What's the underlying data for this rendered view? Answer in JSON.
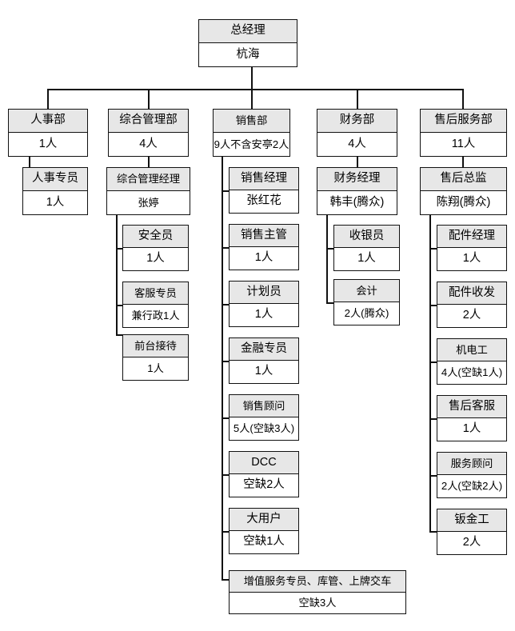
{
  "chart": {
    "type": "org-chart",
    "root": {
      "title": "总经理",
      "body": "杭海"
    },
    "departments": [
      {
        "title": "人事部",
        "body": "1人"
      },
      {
        "title": "综合管理部",
        "body": "4人"
      },
      {
        "title": "销售部",
        "body": "9人不含安亭2人"
      },
      {
        "title": "财务部",
        "body": "4人"
      },
      {
        "title": "售后服务部",
        "body": "11人"
      }
    ],
    "hr": {
      "children": [
        {
          "title": "人事专员",
          "body": "1人"
        }
      ]
    },
    "admin": {
      "manager": {
        "title": "综合管理经理",
        "body": "张婷"
      },
      "children": [
        {
          "title": "安全员",
          "body": "1人"
        },
        {
          "title": "客服专员",
          "body": "兼行政1人"
        },
        {
          "title": "前台接待",
          "body": "1人"
        }
      ]
    },
    "sales": {
      "children": [
        {
          "title": "销售经理",
          "body": "张红花"
        },
        {
          "title": "销售主管",
          "body": "1人"
        },
        {
          "title": "计划员",
          "body": "1人"
        },
        {
          "title": "金融专员",
          "body": "1人"
        },
        {
          "title": "销售顾问",
          "body": "5人(空缺3人)"
        },
        {
          "title": "DCC",
          "body": "空缺2人"
        },
        {
          "title": "大用户",
          "body": "空缺1人"
        }
      ],
      "wide_child": {
        "title": "增值服务专员、库管、上牌交车",
        "body": "空缺3人"
      }
    },
    "finance": {
      "manager": {
        "title": "财务经理",
        "body": "韩丰(腾众)"
      },
      "children": [
        {
          "title": "收银员",
          "body": "1人"
        },
        {
          "title": "会计",
          "body": "2人(腾众)"
        }
      ]
    },
    "aftersales": {
      "manager": {
        "title": "售后总监",
        "body": "陈翔(腾众)"
      },
      "children": [
        {
          "title": "配件经理",
          "body": "1人"
        },
        {
          "title": "配件收发",
          "body": "2人"
        },
        {
          "title": "机电工",
          "body": "4人(空缺1人)"
        },
        {
          "title": "售后客服",
          "body": "1人"
        },
        {
          "title": "服务顾问",
          "body": "2人(空缺2人)"
        },
        {
          "title": "钣金工",
          "body": "2人"
        }
      ]
    },
    "colors": {
      "header_fill": "#e7e7e7",
      "body_fill": "#ffffff",
      "border": "#111111",
      "background": "#ffffff"
    }
  }
}
